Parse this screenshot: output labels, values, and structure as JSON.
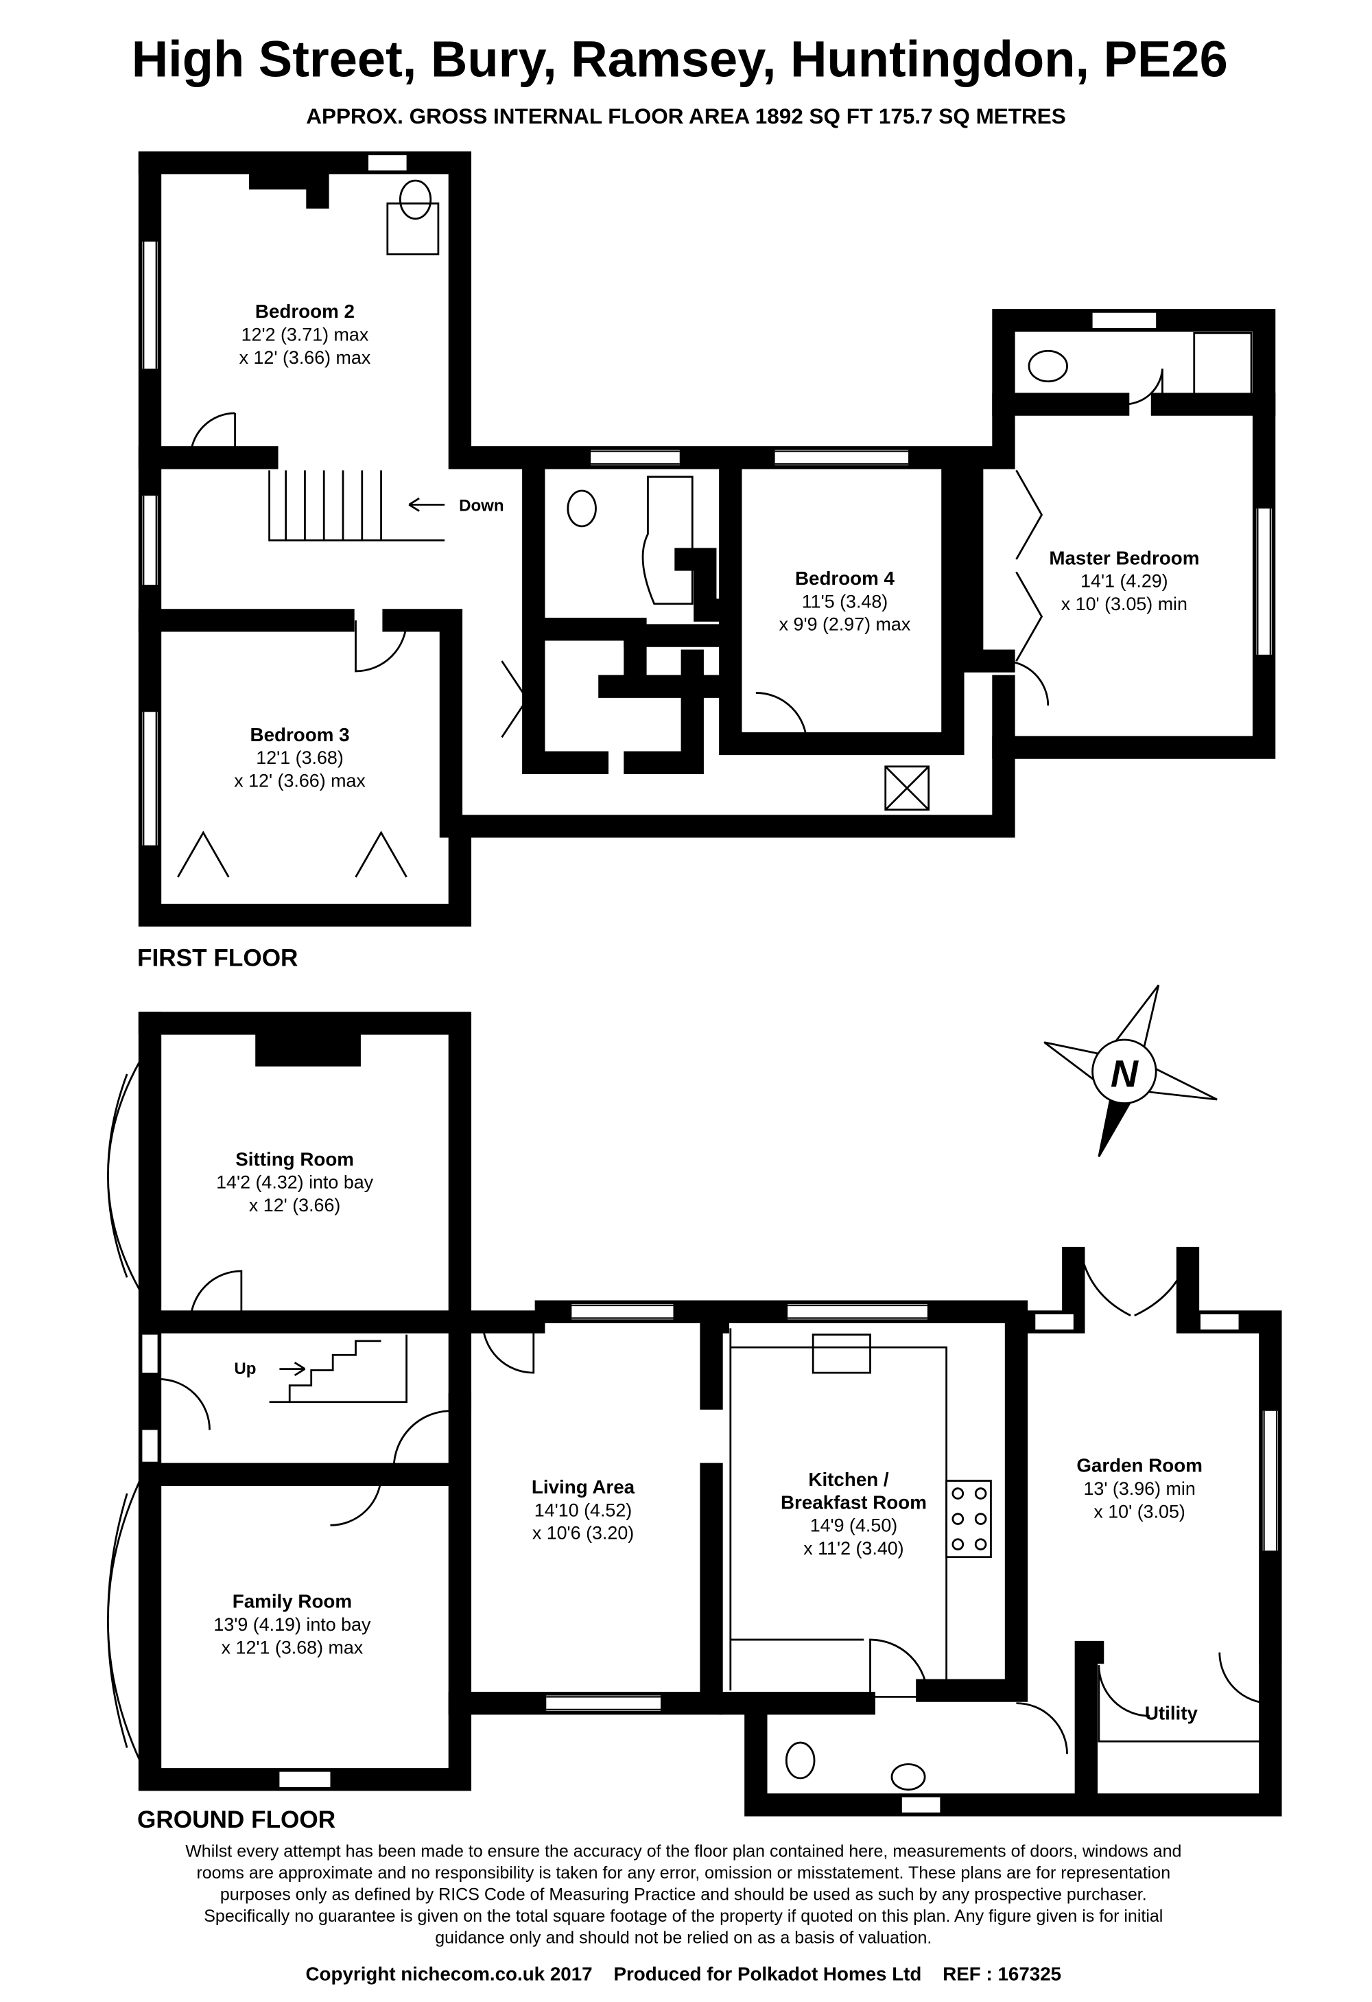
{
  "header": {
    "title": "High Street, Bury, Ramsey, Huntingdon, PE26",
    "subtitle": "APPROX. GROSS INTERNAL FLOOR AREA 1892 SQ FT 175.7 SQ METRES"
  },
  "first_floor": {
    "label": "FIRST FLOOR",
    "stairs_label": "Down",
    "rooms": [
      {
        "name": "Bedroom 2",
        "dims": [
          "12'2 (3.71) max",
          "x 12' (3.66) max"
        ]
      },
      {
        "name": "Bedroom 3",
        "dims": [
          "12'1 (3.68)",
          "x 12' (3.66) max"
        ]
      },
      {
        "name": "Bedroom 4",
        "dims": [
          "11'5 (3.48)",
          "x 9'9 (2.97) max"
        ]
      },
      {
        "name": "Master Bedroom",
        "dims": [
          "14'1 (4.29)",
          "x 10' (3.05) min"
        ]
      }
    ]
  },
  "ground_floor": {
    "label": "GROUND FLOOR",
    "stairs_label": "Up",
    "rooms": [
      {
        "name": "Sitting Room",
        "dims": [
          "14'2 (4.32) into bay",
          "x 12' (3.66)"
        ]
      },
      {
        "name": "Family Room",
        "dims": [
          "13'9 (4.19) into bay",
          "x 12'1 (3.68) max"
        ]
      },
      {
        "name": "Living Area",
        "dims": [
          "14'10 (4.52)",
          "x 10'6 (3.20)"
        ]
      },
      {
        "name": "Kitchen /",
        "name2": "Breakfast Room",
        "dims": [
          "14'9 (4.50)",
          "x 11'2 (3.40)"
        ]
      },
      {
        "name": "Garden Room",
        "dims": [
          "13' (3.96) min",
          "x 10' (3.05)"
        ]
      },
      {
        "name": "Utility"
      }
    ]
  },
  "compass": {
    "letter": "N",
    "icon": "north-arrow-compass-icon"
  },
  "footer": {
    "disclaimer": [
      "Whilst every attempt has been made to ensure the accuracy of the floor plan contained here, measurements of doors, windows and",
      "rooms are approximate and no responsibility is taken for any error, omission or misstatement. These plans are for representation",
      "purposes only as defined by RICS Code of Measuring Practice and should be used as such by any prospective purchaser.",
      "Specifically no guarantee is given on the total square footage of the property if quoted on this plan. Any figure given is for initial",
      "guidance only and should not be relied on as a basis of valuation."
    ],
    "copyright": "Copyright nichecom.co.uk 2017    Produced for Polkadot Homes Ltd    REF : 167325"
  }
}
